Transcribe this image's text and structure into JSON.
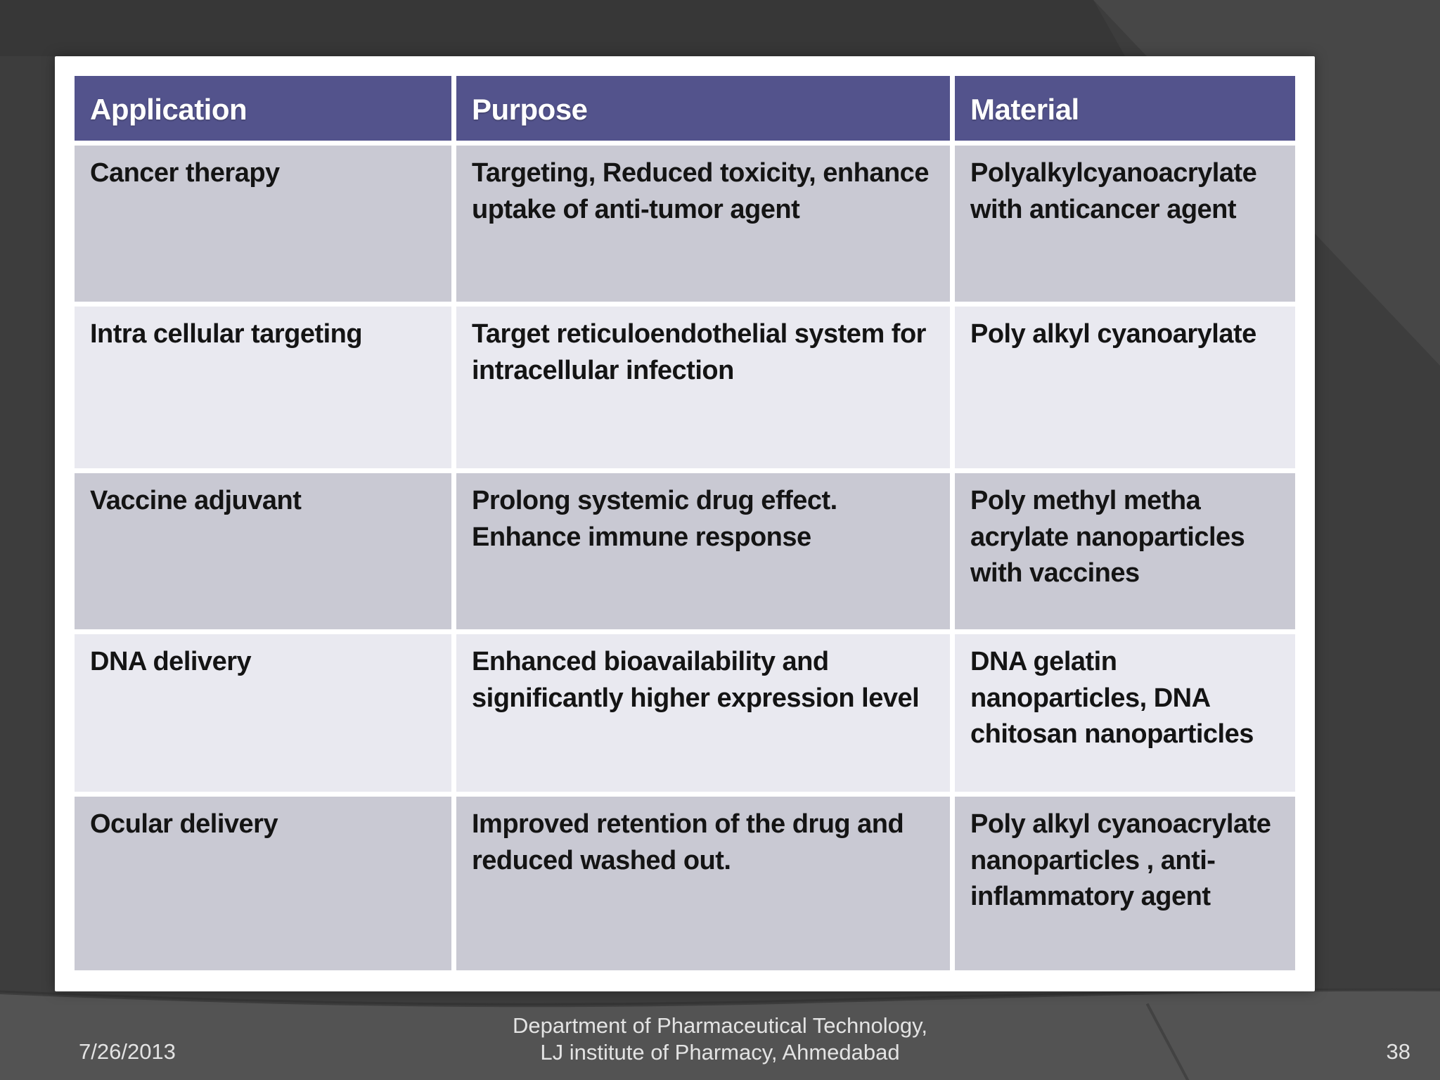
{
  "slide": {
    "table": {
      "headers": [
        "Application",
        "Purpose",
        "Material"
      ],
      "rows": [
        {
          "application": "Cancer therapy",
          "purpose": "Targeting, Reduced toxicity, enhance uptake of anti-tumor agent",
          "material": "Polyalkylcyanoacrylate with anticancer agent"
        },
        {
          "application": "Intra cellular targeting",
          "purpose": "Target reticuloendothelial system for intracellular infection",
          "material": "Poly alkyl cyanoarylate"
        },
        {
          "application": "Vaccine adjuvant",
          "purpose": "Prolong systemic drug effect. Enhance immune response",
          "material": "Poly methyl metha acrylate nanoparticles with vaccines"
        },
        {
          "application": "DNA delivery",
          "purpose": "Enhanced bioavailability and significantly higher expression level",
          "material": "DNA gelatin nanoparticles, DNA chitosan nanoparticles"
        },
        {
          "application": "Ocular delivery",
          "purpose": "Improved retention of the drug and reduced washed out.",
          "material": "Poly alkyl cyanoacrylate nanoparticles , anti-inflammatory agent"
        }
      ]
    },
    "footer": {
      "date": "7/26/2013",
      "center_line1": "Department of Pharmaceutical Technology,",
      "center_line2": "LJ institute of Pharmacy, Ahmedabad",
      "slide_number": "38"
    },
    "colors": {
      "background": "#3d3d3d",
      "header_bg": "#53538c",
      "row_odd": "#c9c9d3",
      "row_even": "#e9e9f0",
      "footer_text": "#e3e3e3"
    }
  }
}
